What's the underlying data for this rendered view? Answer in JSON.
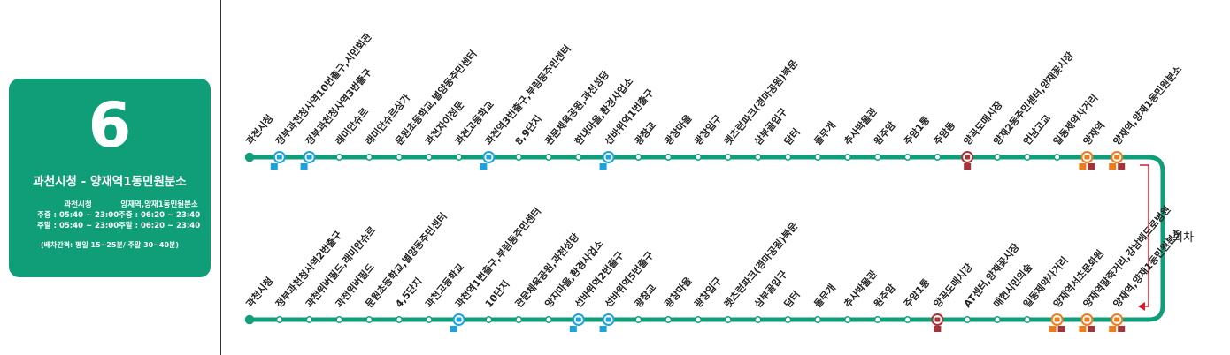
{
  "route": {
    "number": "6",
    "name": "과천시청 - 양재역1동민원분소",
    "origin": {
      "name": "과천시청",
      "weekday": "주중 : 05:40 ~ 23:00",
      "weekend": "주말 : 05:40 ~ 23:00"
    },
    "destination": {
      "name": "양재역,양재1동민원분소",
      "weekday": "주중 : 06:20 ~ 23:40",
      "weekend": "주말 : 06:20 ~ 23:40"
    },
    "interval": "(배차간격: 평일 15~25분/ 주말 30~40분)"
  },
  "return_label": "회차",
  "colors": {
    "brand": "#0f9e78",
    "line": "#0f9e78",
    "subway_line4": "#1aa3dd",
    "subway_line3": "#ef7c1c",
    "sinbundang": "#a4343a",
    "return_arrow": "#d0202f"
  },
  "outbound_stops": [
    {
      "name": "과천시청",
      "transfer": "none"
    },
    {
      "name": "정부과천청사역10번출구,시민회관",
      "transfer": "line4"
    },
    {
      "name": "정부과천청사역3번출구",
      "transfer": "line4"
    },
    {
      "name": "래미안슈르",
      "transfer": "none"
    },
    {
      "name": "래미안슈르상가",
      "transfer": "none"
    },
    {
      "name": "문원초등학교,별양동주민센터",
      "transfer": "none"
    },
    {
      "name": "과천자이정문",
      "transfer": "none"
    },
    {
      "name": "과천고등학교",
      "transfer": "none"
    },
    {
      "name": "과천역3번출구,부림동주민센터",
      "transfer": "line4"
    },
    {
      "name": "8,9단지",
      "transfer": "none"
    },
    {
      "name": "관문체육공원,과천성당",
      "transfer": "none"
    },
    {
      "name": "한내마을,환경사업소",
      "transfer": "none"
    },
    {
      "name": "선바위역1번출구",
      "transfer": "line4"
    },
    {
      "name": "광창교",
      "transfer": "none"
    },
    {
      "name": "광창마을",
      "transfer": "none"
    },
    {
      "name": "광창입구",
      "transfer": "none"
    },
    {
      "name": "렛츠런파크(경마공원)북문",
      "transfer": "none"
    },
    {
      "name": "삼부골입구",
      "transfer": "none"
    },
    {
      "name": "담터",
      "transfer": "none"
    },
    {
      "name": "돌무개",
      "transfer": "none"
    },
    {
      "name": "추사박물관",
      "transfer": "none"
    },
    {
      "name": "원주암",
      "transfer": "none"
    },
    {
      "name": "주암1통",
      "transfer": "none"
    },
    {
      "name": "주암동",
      "transfer": "none"
    },
    {
      "name": "양곡도매시장",
      "transfer": "sinbundang"
    },
    {
      "name": "양재2동주민센터,양재꽃시장",
      "transfer": "none"
    },
    {
      "name": "언남고교",
      "transfer": "none"
    },
    {
      "name": "일동제약사거리",
      "transfer": "none"
    },
    {
      "name": "양재역",
      "transfer": "line3_sinbundang"
    },
    {
      "name": "양재역,양재1동민원분소",
      "transfer": "line3_sinbundang"
    }
  ],
  "inbound_stops": [
    {
      "name": "과천시청",
      "transfer": "none"
    },
    {
      "name": "정부과천청사역2번출구",
      "transfer": "none"
    },
    {
      "name": "과천위버필드,래미안슈르",
      "transfer": "none"
    },
    {
      "name": "과천위버필드",
      "transfer": "none"
    },
    {
      "name": "문원초등학교,별양동주민센터",
      "transfer": "none"
    },
    {
      "name": "4,5단지",
      "transfer": "none"
    },
    {
      "name": "과천고등학교",
      "transfer": "none"
    },
    {
      "name": "과천역1번출구,부림동주민센터",
      "transfer": "line4"
    },
    {
      "name": "10단지",
      "transfer": "none"
    },
    {
      "name": "관문체육공원,과천성당",
      "transfer": "none"
    },
    {
      "name": "양지마을,환경사업소",
      "transfer": "none"
    },
    {
      "name": "선바위역2번출구",
      "transfer": "line4"
    },
    {
      "name": "선바위역5번출구",
      "transfer": "line4"
    },
    {
      "name": "광창교",
      "transfer": "none"
    },
    {
      "name": "광창마을",
      "transfer": "none"
    },
    {
      "name": "광창입구",
      "transfer": "none"
    },
    {
      "name": "렛츠런파크(경마공원)북문",
      "transfer": "none"
    },
    {
      "name": "삼부골입구",
      "transfer": "none"
    },
    {
      "name": "담터",
      "transfer": "none"
    },
    {
      "name": "돌무개",
      "transfer": "none"
    },
    {
      "name": "추사박물관",
      "transfer": "none"
    },
    {
      "name": "원주암",
      "transfer": "none"
    },
    {
      "name": "주암1통",
      "transfer": "none"
    },
    {
      "name": "양곡도매시장",
      "transfer": "sinbundang"
    },
    {
      "name": "AT센터,양재꽃시장",
      "transfer": "none"
    },
    {
      "name": "매헌시민의숲",
      "transfer": "none"
    },
    {
      "name": "일동제약사거리",
      "transfer": "none"
    },
    {
      "name": "양재역서초문화원",
      "transfer": "line3_sinbundang"
    },
    {
      "name": "양재역말죽거리,강남베드로병원",
      "transfer": "line3_sinbundang"
    },
    {
      "name": "양재역,양재1동민원분소",
      "transfer": "line3_sinbundang"
    }
  ]
}
